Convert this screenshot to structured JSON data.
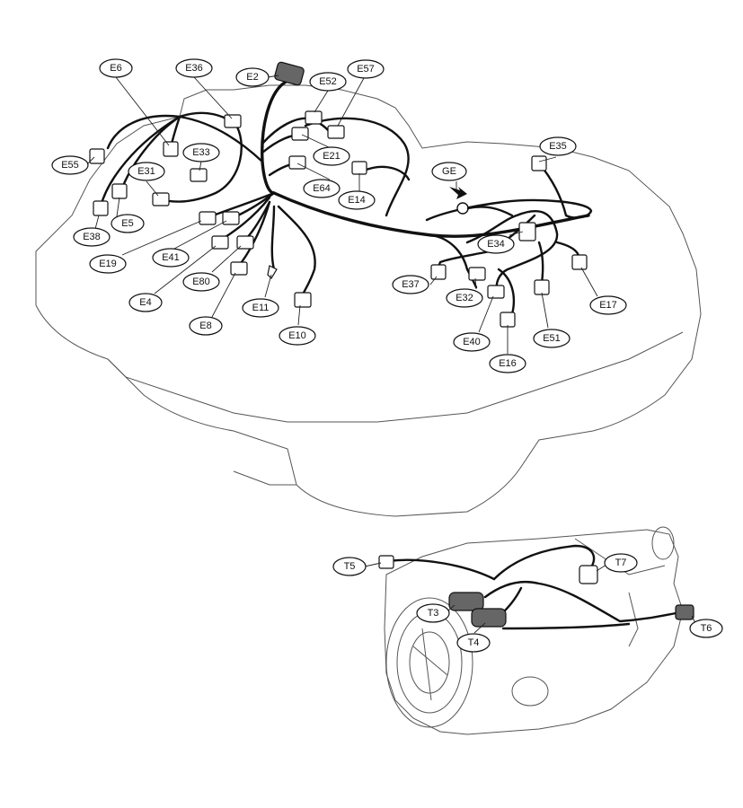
{
  "labels": {
    "E2": "E2",
    "E6": "E6",
    "E36": "E36",
    "E52": "E52",
    "E57": "E57",
    "E33": "E33",
    "E55": "E55",
    "E31": "E31",
    "E21": "E21",
    "E35": "E35",
    "GE": "GE",
    "E64": "E64",
    "E14": "E14",
    "E5": "E5",
    "E38": "E38",
    "E34": "E34",
    "E19": "E19",
    "E41": "E41",
    "E37": "E37",
    "E32": "E32",
    "E17": "E17",
    "E4": "E4",
    "E80": "E80",
    "E11": "E11",
    "E40": "E40",
    "E51": "E51",
    "E8": "E8",
    "E10": "E10",
    "E16": "E16",
    "T5": "T5",
    "T7": "T7",
    "T3": "T3",
    "T4": "T4",
    "T6": "T6"
  },
  "icons": {
    "ground_arrow": "arrow-down-icon",
    "ground_ring": "ring-terminal-icon"
  },
  "colors": {
    "ink": "#111111",
    "connector_dark": "#666666"
  }
}
